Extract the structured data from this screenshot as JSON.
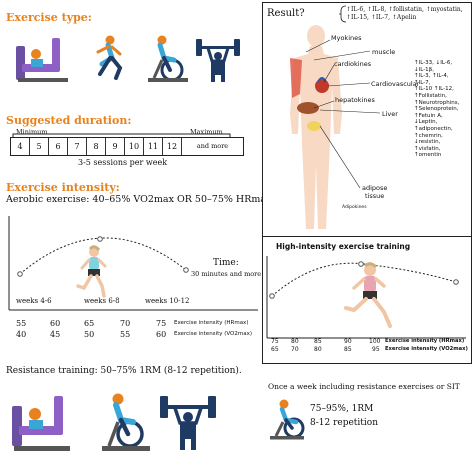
{
  "left": {
    "exercise_type_title": "Exercise type:",
    "suggested_duration_title": "Suggested duration:",
    "duration": {
      "minimum_label": "Minimum",
      "maximum_label": "Maximum",
      "cells": [
        "4",
        "5",
        "6",
        "7",
        "8",
        "9",
        "10",
        "11",
        "12",
        "and more"
      ],
      "sessions": "3-5 sessions per week"
    },
    "intensity_title": "Exercise intensity:",
    "aerobic_text": "Aerobic exercise: 40–65% VO2max OR 50–75% HRmax.",
    "time_label": "Time:",
    "time_value": "30 minutes and more",
    "weeks": [
      "weeks 4-6",
      "weeks 6-8",
      "weeks 10-12"
    ],
    "hr_values": [
      "55",
      "60",
      "65",
      "70",
      "75"
    ],
    "vo2_values": [
      "40",
      "45",
      "50",
      "55",
      "60"
    ],
    "hr_label": "Exercise intensity (HRmax)",
    "vo2_label": "Exercise intensity (VO2max)",
    "resistance_text": "Resistance training: 50–75% 1RM (8-12 repetition)."
  },
  "right": {
    "result_title": "Result?",
    "result_line1": "↑IL-6, ↑IL-8, ↑follistatin, ↑myostatin,",
    "result_line2": "↑IL-15, ↑IL-7, ↑Apelin",
    "labels": {
      "myokines": "Myokines",
      "muscle": "muscle",
      "cardiokines": "cardiokines",
      "cardiovascular": "Cardiovascular",
      "hepatokines": "hepatokines",
      "liver": "Liver",
      "adipose": "adipose",
      "tissue": "tissue",
      "adipokines": "Adipokines"
    },
    "markers": [
      "↑IL-33, ↓IL-6,",
      "↓IL-1β,",
      "↑IL-3, ↑IL-4,",
      "↑IL-7,",
      "↑IL-10 ↑IL-12,",
      "↑Follistatin,",
      "↑Neurotrophins,",
      "↑Selenoprotein,",
      "↑Fetuin A,",
      "↓Leptin,",
      "↑adiponectin,",
      "↑chemrin,",
      "↓resistin,",
      "↑visfatin,",
      "↑omentin"
    ],
    "hiit_title": "High-intensity exercise training",
    "hr_values": [
      "75",
      "80",
      "85",
      "90",
      "100"
    ],
    "vo2_values": [
      "65",
      "70",
      "80",
      "85",
      "95"
    ],
    "hr_label": "Exercise intensity (HRmax)",
    "vo2_label": "Exercise intensity (VO2max)",
    "week_text": "Once a week including resistance exercises or SIT",
    "rm_text": "75–95%, 1RM",
    "rep_text": "8-12 repetition"
  },
  "colors": {
    "accent_orange": "#e8821e",
    "purple": "#8e5fc5",
    "blue": "#3aa6d8",
    "dark_blue": "#1f3b63"
  }
}
